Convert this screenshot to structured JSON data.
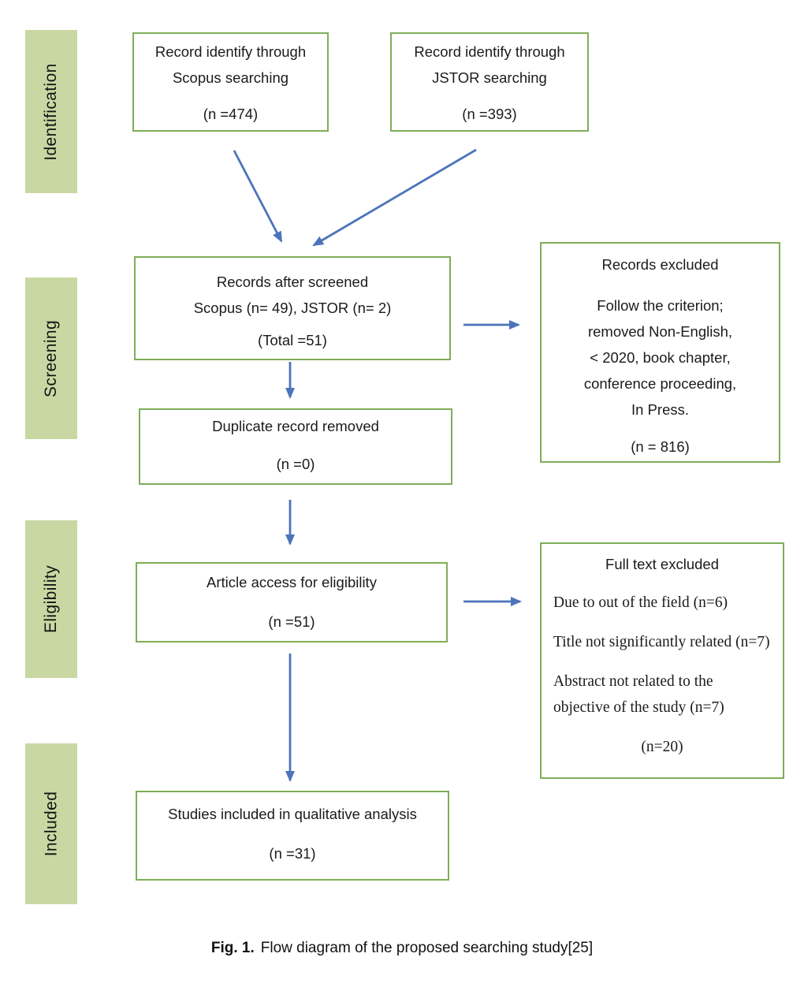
{
  "colors": {
    "box_border": "#7fae58",
    "stage_label_fill": "#c9d8a3",
    "arrow": "#4c74ba",
    "text": "#1b1b1b"
  },
  "stages": [
    {
      "label": "Identification"
    },
    {
      "label": "Screening"
    },
    {
      "label": "Eligibility"
    },
    {
      "label": "Included"
    }
  ],
  "boxes": {
    "scopus": {
      "lines": [
        "Record identify through",
        "Scopus searching"
      ],
      "count": "(n =474)"
    },
    "jstor": {
      "lines": [
        "Record identify through",
        "JSTOR searching"
      ],
      "count": "(n =393)"
    },
    "screened": {
      "lines": [
        "Records after screened",
        "Scopus (n= 49), JSTOR (n= 2)"
      ],
      "count": "(Total =51)"
    },
    "records_excluded": {
      "title": "Records excluded",
      "lines": [
        "Follow the criterion;",
        "removed Non-English,",
        "< 2020, book chapter,",
        "conference proceeding,",
        "In Press."
      ],
      "count": "(n = 816)"
    },
    "duplicate_removed": {
      "lines": [
        "Duplicate record removed"
      ],
      "count": "(n =0)"
    },
    "article_access": {
      "lines": [
        "Article access for eligibility"
      ],
      "count": "(n =51)"
    },
    "full_text_excluded": {
      "title": "Full text excluded",
      "items": [
        "Due to out of the field (n=6)",
        "Title not significantly related (n=7)",
        "Abstract not related to the objective of the study (n=7)"
      ],
      "count": "(n=20)"
    },
    "studies_included": {
      "lines": [
        "Studies included in qualitative analysis"
      ],
      "count": "(n =31)"
    }
  },
  "caption": {
    "label": "Fig. 1.",
    "text": "Flow diagram of the proposed searching study[25]"
  }
}
